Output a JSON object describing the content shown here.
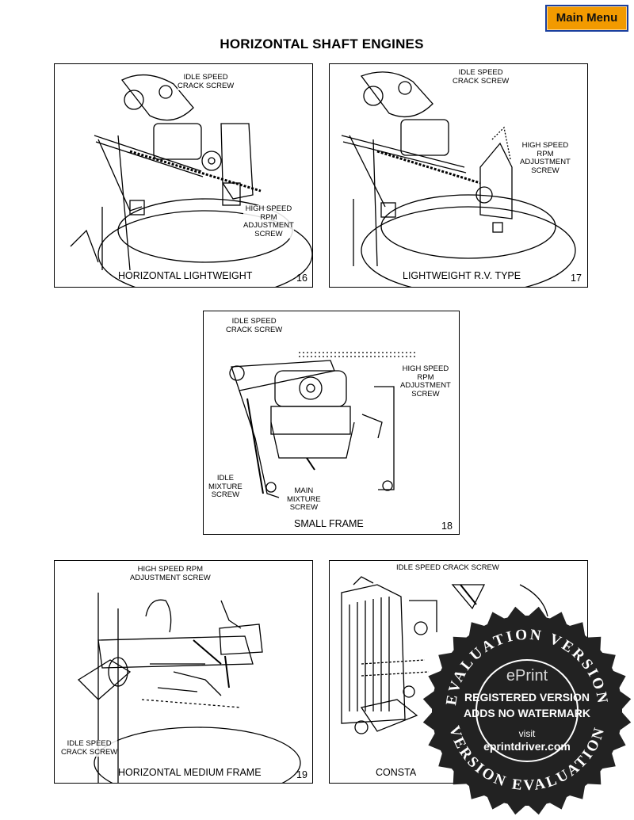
{
  "nav": {
    "main_menu": "Main Menu"
  },
  "page": {
    "title": "HORIZONTAL SHAFT ENGINES"
  },
  "figures": [
    {
      "caption": "HORIZONTAL LIGHTWEIGHT",
      "number": "16",
      "labels": [
        "IDLE SPEED\nCRACK SCREW",
        "HIGH SPEED\nRPM\nADJUSTMENT\nSCREW"
      ]
    },
    {
      "caption": "LIGHTWEIGHT R.V. TYPE",
      "number": "17",
      "labels": [
        "IDLE SPEED\nCRACK SCREW",
        "HIGH SPEED\nRPM\nADJUSTMENT\nSCREW"
      ]
    },
    {
      "caption": "SMALL FRAME",
      "number": "18",
      "labels": [
        "IDLE SPEED\nCRACK SCREW",
        "HIGH SPEED\nRPM\nADJUSTMENT\nSCREW",
        "IDLE\nMIXTURE\nSCREW",
        "MAIN\nMIXTURE\nSCREW"
      ]
    },
    {
      "caption": "HORIZONTAL MEDIUM FRAME",
      "number": "19",
      "labels": [
        "HIGH SPEED RPM\nADJUSTMENT SCREW",
        "IDLE SPEED\nCRACK SCREW"
      ]
    },
    {
      "caption": "CONSTA",
      "number": "",
      "labels": [
        "IDLE SPEED CRACK SCREW"
      ]
    }
  ],
  "watermark": {
    "arc_top": "EVALUATION VERSION",
    "arc_bottom": "VERSION EVALUATION",
    "brand": "ePrint",
    "line1": "REGISTERED VERSION",
    "line2": "ADDS NO WATERMARK",
    "visit": "visit",
    "url": "eprintdriver.com",
    "colors": {
      "seal": "#222222",
      "text": "#ffffff"
    }
  }
}
